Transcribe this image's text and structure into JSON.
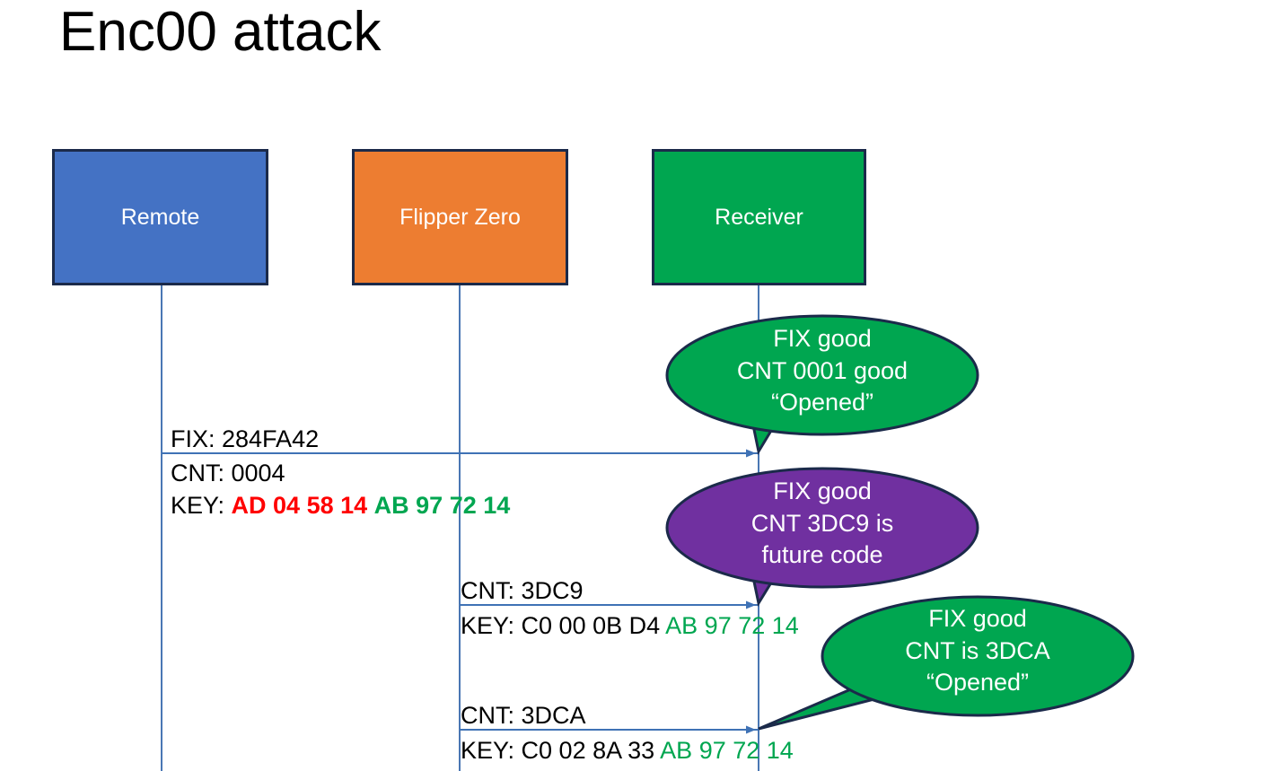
{
  "slide": {
    "title": "Enc00 attack",
    "background": "#FFFFFF"
  },
  "colors": {
    "remote": "#4472C4",
    "flipper": "#ED7D31",
    "receiver": "#00A650",
    "callout_good": "#00A650",
    "callout_future": "#7030A0",
    "outline": "#1B2A4A",
    "lifeline": "#4A77B4",
    "key_old": "#FF0000",
    "key_shared": "#00A650",
    "text": "#000000"
  },
  "lanes": [
    {
      "id": "remote",
      "label": "Remote",
      "color": "#4472C4"
    },
    {
      "id": "flipper",
      "label": "Flipper Zero",
      "color": "#ED7D31"
    },
    {
      "id": "receiver",
      "label": "Receiver",
      "color": "#00A650"
    }
  ],
  "messages": [
    {
      "id": "msg-1",
      "from": "remote",
      "to": "receiver",
      "above_label": "FIX: 284FA42",
      "below_lines": [
        {
          "plain": "CNT: 0004"
        },
        {
          "prefix": "KEY: ",
          "segment_old": "AD 04 58 14",
          "segment_space": " ",
          "segment_shared": "AB 97 72 14",
          "old_color": "#FF0000",
          "shared_color": "#00A650",
          "bold": true
        }
      ]
    },
    {
      "id": "msg-2",
      "from": "flipper",
      "to": "receiver",
      "above_label": "CNT: 3DC9",
      "below_lines": [
        {
          "prefix": "KEY: C0 00 0B D4 ",
          "segment_shared": "AB 97 72 14",
          "shared_color": "#00A650",
          "bold": false
        }
      ]
    },
    {
      "id": "msg-3",
      "from": "flipper",
      "to": "receiver",
      "above_label": "CNT: 3DCA",
      "below_lines": [
        {
          "prefix": "KEY: C0 02 8A 33 ",
          "segment_shared": "AB 97 72 14",
          "shared_color": "#00A650",
          "bold": false
        }
      ]
    }
  ],
  "callouts": [
    {
      "id": "callout-1",
      "fill": "#00A650",
      "lines": [
        "FIX good",
        "CNT 0001 good",
        "“Opened”"
      ],
      "points_to": "msg-1"
    },
    {
      "id": "callout-2",
      "fill": "#7030A0",
      "lines": [
        "FIX good",
        "CNT 3DC9 is",
        "future code"
      ],
      "points_to": "msg-2"
    },
    {
      "id": "callout-3",
      "fill": "#00A650",
      "lines": [
        "FIX good",
        "CNT is 3DCA",
        "“Opened”"
      ],
      "points_to": "msg-3"
    }
  ]
}
